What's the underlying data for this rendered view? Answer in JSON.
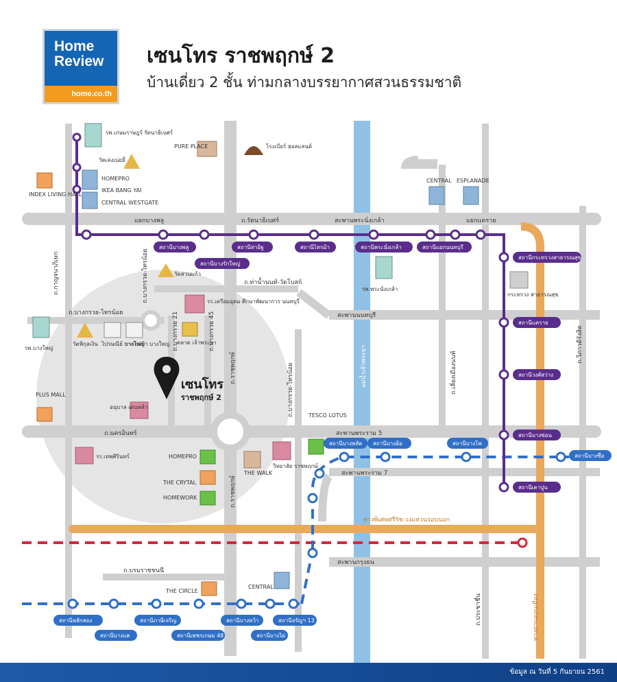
{
  "logo": {
    "line1": "Home",
    "line2": "Review",
    "site": "home.co.th"
  },
  "header": {
    "title": "เซนโทร ราชพฤกษ์ 2",
    "subtitle": "บ้านเดี่ยว 2 ชั้น ท่ามกลางบรรยากาศสวนธรรมชาติ"
  },
  "project": {
    "line1": "เซนโทร",
    "line2": "ราชพฤกษ์ 2"
  },
  "roads": {
    "bangphlu": "แยกบางพลู",
    "rattanathibet_road": "ถ.รัตนาธิเบศร์",
    "phra_nang_klao_bridge": "สะพานพระนั่งเกล้า",
    "khae_rai": "แยกแคราย",
    "bang_kruai_sai_noi_v": "ถ.บางกรวย-ไทรน้อย",
    "kanchanaphisek": "ถ.กาญจนาภิเษก",
    "bang_kruai_sai_noi_h": "ถ.บางกรวย-ไทรน้อย",
    "tha_nam_non_wat_lotus": "ถ.ท่าน้ำนนท์-วัดโบสถ์",
    "nonthaburi_bridge": "สะพานนนทบุรี",
    "soi_bang_kruai_21": "ถ.บางกรวย 21",
    "soi_bang_kruai_45": "ถ.บางกรวย 45",
    "ratchaphruek": "ถ.ราชพฤกษ์",
    "bang_kruai_sai_noi_2": "ถ.บางกรวย-ไทรน้อย",
    "chao_phraya_river": "แม่น้ำเจ้าพระยา",
    "liang_muang_nont": "ถ.เลี่ยงเมืองนนท์",
    "wiphawadi_rangsit": "ถ.วิภาวดีรังสิต",
    "nakhon_in": "ถ.นครอินทร์",
    "rama5_bridge": "สะพานพระราม 5",
    "rama7_bridge": "สะพานพระราม 7",
    "ratchaphruek_2": "ถ.ราชพฤกษ์",
    "si_rat_outer_ring": "ทางพิเศษศรีรัช-วงแหวนรอบนอก",
    "krung_thon_bridge": "สะพานกรุงธน",
    "borommaratchachonnani": "ถ.บรมราชชนนี",
    "pracha_chuen": "ถ.ประชาชื่น",
    "don_mueang_tollway": "ทางด่วนดอนเมือง"
  },
  "landmarks": {
    "kasemrad": "รพ.เกษมราษฎร์ รัตนาธิเบศร์",
    "wat_chaeng": "วัดเล่งเน่ยยี่",
    "homepro_top": "HOMEPRO",
    "ikea": "IKEA BANG YAI",
    "central_westgate": "CENTRAL WESTGATE",
    "index": "INDEX LIVING HALL",
    "pure_place": "PURE PLACE",
    "holland_brewery": "โรงเบียร์ ฮอลแลนด์",
    "central_top": "CENTRAL",
    "esplanade": "ESPLANADE",
    "wat_suan_kaew": "วัดสวนแก้ว",
    "school_triamudom": "รร.เตรียมอุดม ศึกษาพัฒนาการ นนทบุรี",
    "talad_chao_phraya": "ตลาด เจ้าพระยา",
    "phra_nang_klao_hosp": "รพ.พระนั่งเกล้า",
    "ministry_public_health": "กระทรวง สาธารณสุข",
    "bang_yai_hosp": "รพ.บางใหญ่",
    "wat_phikun": "วัดพิกุลเงิน",
    "post_office": "ไปรษณีย์ บางใหญ่",
    "pea": "การไฟฟ้า บางใหญ่",
    "plus_mall": "PLUS MALL",
    "kindergarten": "อนุบาล เด่นหล้า",
    "tesco": "TESCO LOTUS",
    "thepsirin_school": "รร.เทพศิรินทร์",
    "homepro_mid": "HOMEPRO",
    "crystal": "THE CRYTAL",
    "homework": "HOMEWORK",
    "the_walk": "THE WALK",
    "ratchaphruek_college": "วิทยาลัย ราชพฤกษ์",
    "the_circle": "THE CIRCLE",
    "central_bottom": "CENTRAL"
  },
  "stations": {
    "bang_phlu": "สถานีบางพลู",
    "bang_rak_yai": "สถานีบางรักใหญ่",
    "tha_it": "สถานีท่าอิฐ",
    "sai_ma": "สถานีไทรม้า",
    "phra_nang_klao": "สถานีพระนั่งเกล้า",
    "yaek_nonthaburi": "สถานีแยกนนทบุรี",
    "ministry_health": "สถานีกระทรวงสาธารณสุข",
    "khwae_nonthaburi": "สถานีแคราย",
    "wong_sawang": "สถานีวงศ์สว่าง",
    "bang_son": "สถานีบางซ่อน",
    "tao_poon": "สถานีเตาปูน",
    "bang_phlat": "สถานีบางพลัด",
    "bang_o": "สถานีบางอ้อ",
    "bang_pho": "สถานีบางโพ",
    "bang_sue": "สถานีบางซื่อ",
    "lak_song": "สถานีหลักสอง",
    "bang_khae": "สถานีบางแค",
    "phasi_charoen": "สถานีภาษีเจริญ",
    "phetkasem48": "สถานีเพชรเกษม 48",
    "bang_wa": "สถานีบางหว้า",
    "bang_phai": "สถานีบางไผ่",
    "charan13": "สถานีจรัญฯ 13"
  },
  "footer": {
    "note": "ข้อมูล ณ วันที่ 5 กันยายน 2561"
  },
  "colors": {
    "purple_line": "#5a2d8c",
    "blue_line": "#2f6fc7",
    "red_line": "#d9243a",
    "expressway": "#e9a85a",
    "river": "#8fc1e6",
    "road": "#c8c8c8"
  }
}
